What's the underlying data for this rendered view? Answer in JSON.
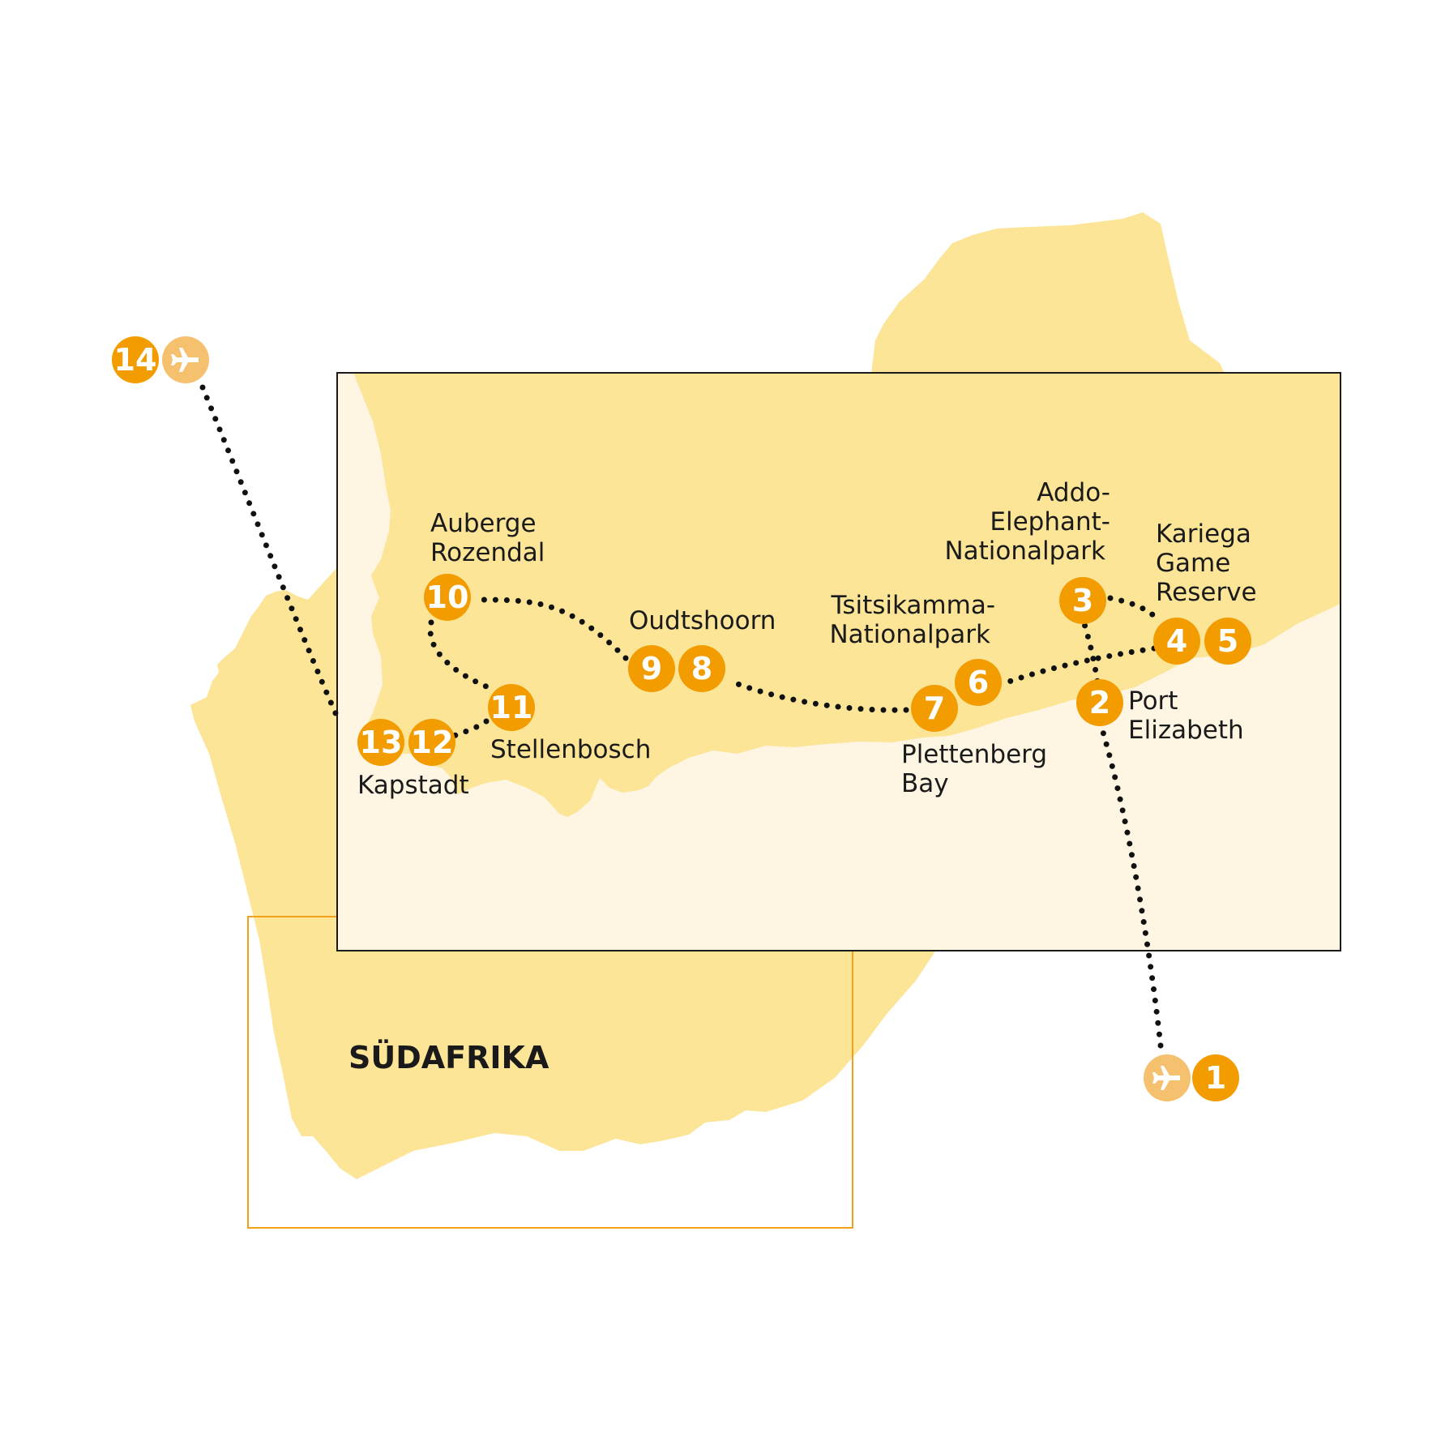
{
  "colors": {
    "land": "#FCE597",
    "inset_sea": "#FFF5E3",
    "marker": "#F39C00",
    "plane_marker": "#F6C16F",
    "route": "#111111",
    "overview_frame": "#F2A21A",
    "inset_frame": "#1a1a1a"
  },
  "country_label": "SÜDAFRIKA",
  "stops": {
    "s1": "1",
    "s2": "2",
    "s3": "3",
    "s4": "4",
    "s5": "5",
    "s6": "6",
    "s7": "7",
    "s8": "8",
    "s9": "9",
    "s10": "10",
    "s11": "11",
    "s12": "12",
    "s13": "13",
    "s14": "14"
  },
  "icons": {
    "arrival_flight": "airplane-icon",
    "departure_flight": "airplane-icon"
  },
  "places": {
    "addo_l1": "Addo-",
    "addo_l2": "Elephant-",
    "addo_l3": "Nationalpark",
    "kariega_l1": "Kariega",
    "kariega_l2": "Game",
    "kariega_l3": "Reserve",
    "pe_l1": "Port",
    "pe_l2": "Elizabeth",
    "tsitsikamma_l1": "Tsitsikamma-",
    "tsitsikamma_l2": "Nationalpark",
    "plettenberg_l1": "Plettenberg",
    "plettenberg_l2": "Bay",
    "oudtshoorn": "Oudtshoorn",
    "auberge_l1": "Auberge",
    "auberge_l2": "Rozendal",
    "stellenbosch": "Stellenbosch",
    "kapstadt": "Kapstadt"
  }
}
